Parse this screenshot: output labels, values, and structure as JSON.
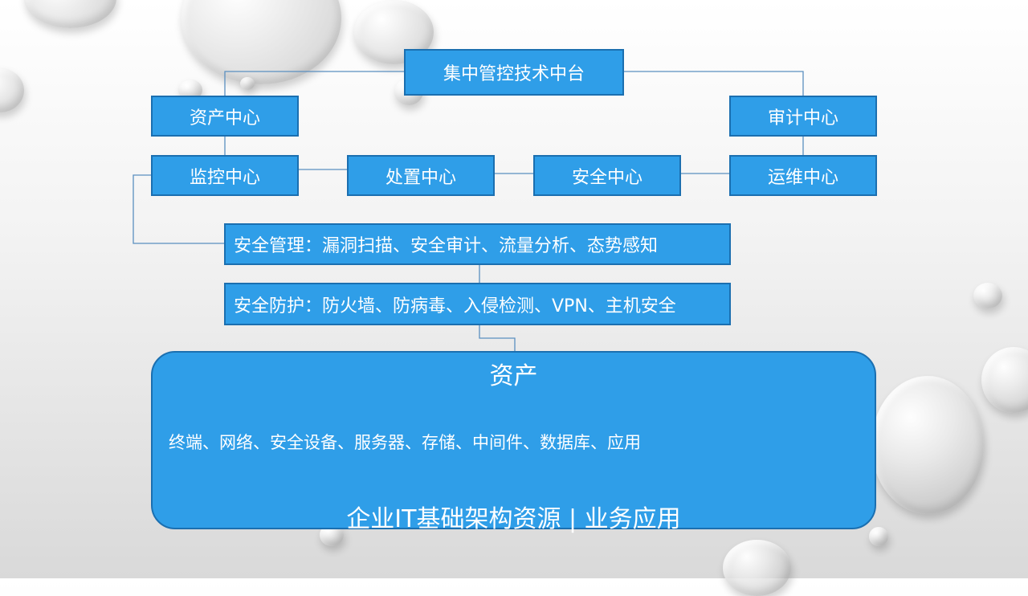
{
  "diagram": {
    "top": "集中管控技术中台",
    "asset_center": "资产中心",
    "audit_center": "审计中心",
    "monitor_center": "监控中心",
    "disposal_center": "处置中心",
    "security_center": "安全中心",
    "ops_center": "运维中心",
    "security_management": "安全管理：漏洞扫描、安全审计、流量分析、态势感知",
    "security_protection": "安全防护：防火墙、防病毒、入侵检测、VPN、主机安全",
    "assets": {
      "title": "资产",
      "items": "终端、网络、安全设备、服务器、存储、中间件、数据库、应用",
      "footer": "企业IT基础架构资源 | 业务应用"
    }
  },
  "colors": {
    "box_fill": "#2f9ee8",
    "box_border": "#1b6fb0",
    "connector": "#5a8fc0"
  }
}
